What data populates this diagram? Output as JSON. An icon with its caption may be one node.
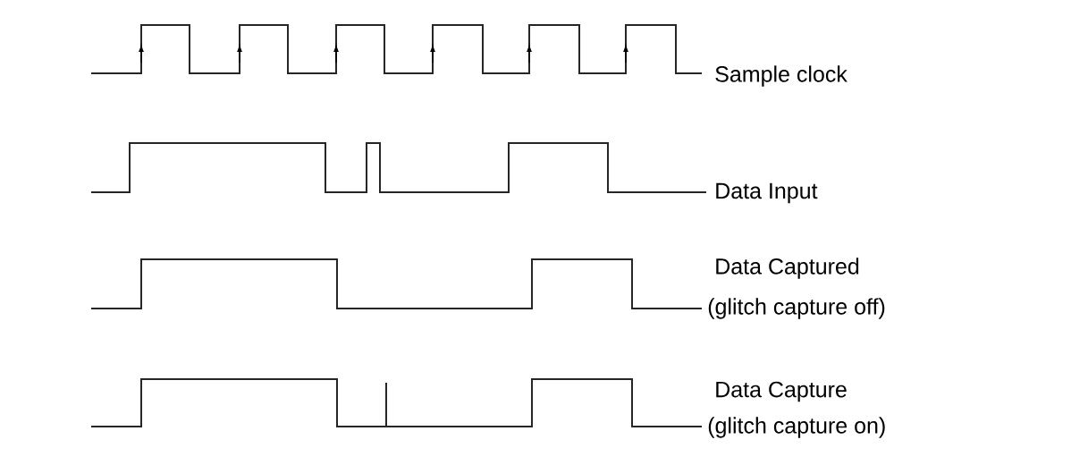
{
  "diagram": {
    "labels": [
      "Sample clock",
      "Data Input",
      "Data Captured",
      "(glitch capture off)",
      "Data Capture",
      "(glitch capture on)"
    ]
  }
}
